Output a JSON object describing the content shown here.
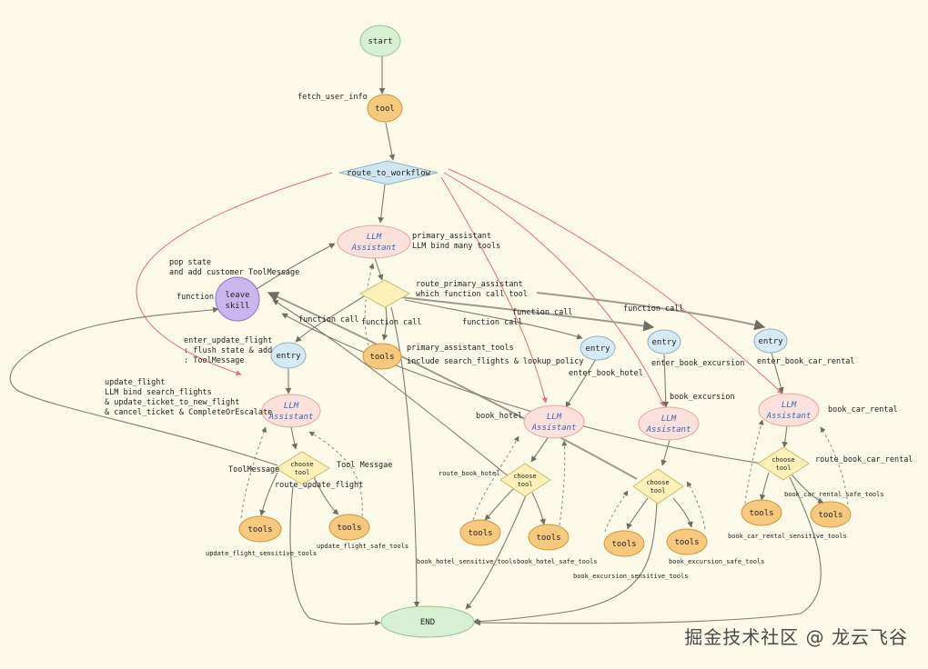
{
  "nodes": {
    "start": "start",
    "tool": "tool",
    "route_to_workflow": "route_to_workflow",
    "llm_line1": "LLM",
    "llm_line2": "Assistant",
    "leave_skill_line1": "leave",
    "leave_skill_line2": "skill",
    "entry": "entry",
    "tools": "tools",
    "choose_line1": "choose",
    "choose_line2": "tool",
    "end": "END"
  },
  "labels": {
    "fetch_user_info": "fetch_user_info",
    "primary_assistant_1": "primary_assistant",
    "primary_assistant_2": "LLM bind many tools",
    "route_primary_1": "route_primary_assistant",
    "route_primary_2": "which function call tool",
    "pop_state_1": "pop state",
    "pop_state_2": "and add customer ToolMessage",
    "function": "function",
    "function_call": "function call",
    "primary_tools_1": "primary_assistant_tools",
    "primary_tools_2": "include search_flights & lookup_policy",
    "enter_update_1": "enter_update_flight",
    "enter_update_2": ": flush state & add",
    "enter_update_3": ": ToolMessage",
    "update_flight_1": "update_flight",
    "update_flight_2": "LLM bind search_flights",
    "update_flight_3": "& update_ticket_to_new_flight",
    "update_flight_4": "& cancel_ticket & CompleteOrEscalate",
    "tool_message": "ToolMessage",
    "tool_messgae": "Tool Messgae",
    "route_update_flight": "route_update_flight",
    "update_flight_sensitive_tools": "update_flight_sensitive_tools",
    "update_flight_safe_tools": "update_flight_safe_tools",
    "enter_book_hotel": "enter_book_hotel",
    "book_hotel": "book_hotel",
    "route_book_hotel": "route_book_hotel",
    "book_hotel_sensitive_tools": "book_hotel_sensitive_tools",
    "book_hotel_safe_tools": "book_hotel_safe_tools",
    "enter_book_excursion": "enter_book_excursion",
    "book_excursion": "book_excursion",
    "book_excursion_sensitive_tools": "book_excursion_sensitive_tools",
    "book_excursion_safe_tools": "book_excursion_safe_tools",
    "enter_book_car_rental": "enter_book_car_rental",
    "book_car_rental": "book_car_rental",
    "route_book_car_rental": "route_book_car_rental",
    "book_car_rental_safe_tools": "book_car_rental_safe_tools",
    "book_car_rental_sensitive_tools": "book_car_rental_sensitive_tools"
  },
  "watermark": "掘金技术社区 @ 龙云飞谷",
  "colors": {
    "background": "#fdf9e8",
    "start": "#d7f0d2",
    "tool": "#f6c97e",
    "route": "#cfe6f1",
    "llm": "#fbe0dc",
    "leave": "#c9b6ee",
    "entry": "#d6eaf5",
    "choose": "#fbf0b8",
    "end": "#d7f0d2",
    "red_edge": "#e06f6f",
    "llm_text": "#3566b8"
  }
}
